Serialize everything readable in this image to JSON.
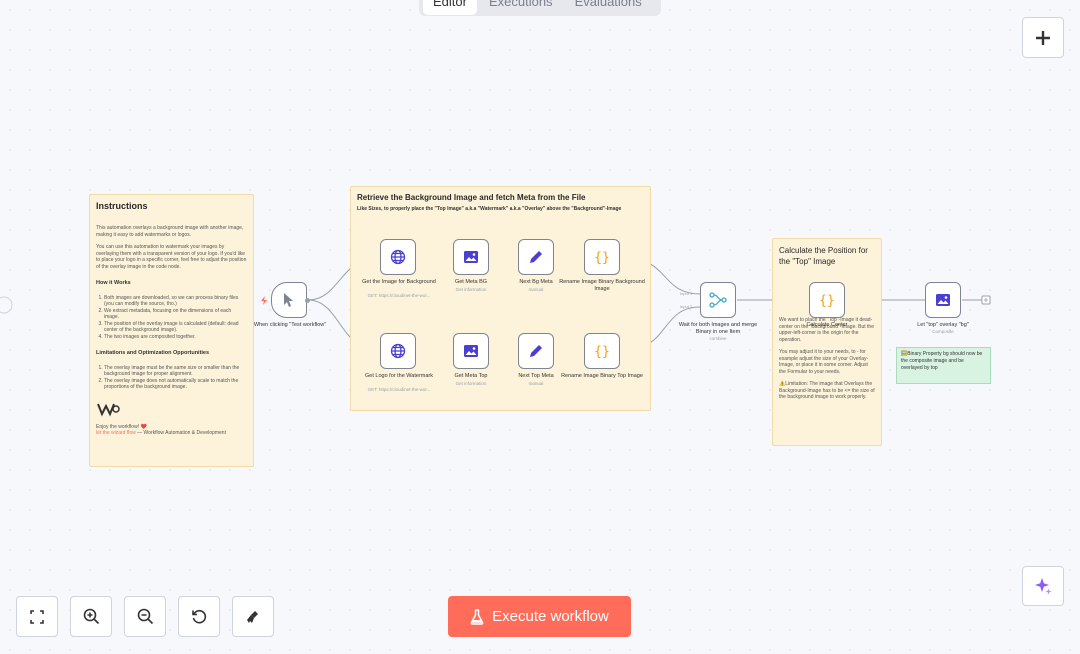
{
  "tabs": {
    "editor": "Editor",
    "executions": "Executions",
    "evaluations": "Evaluations"
  },
  "instructions": {
    "title": "Instructions",
    "p1": "This automation overlays a background image with another image, making it easy to add watermarks or logos.",
    "p2": "You can use this automation to watermark your images by overlaying them with a transparent version of your logo. If you'd like to place your logo in a specific corner, feel free to adjust the position of the overlay image in the code node.",
    "how_title": "How it Works",
    "how": [
      "Both images are downloaded, so we can process binary files (you can modify the source, tho.)",
      "We extract metadata, focusing on the dimensions of each image.",
      "The position of the overlay image is calculated (default: dead center of the background image).",
      "The two images are composited together."
    ],
    "limits_title": "Limitations and Optimization Opportunities",
    "limits": [
      "The overlay image must be the same size or smaller than the background image for proper alignment.",
      "The overlay image does not automatically scale to match the proportions of the background image."
    ],
    "footer1": "Enjoy the workflow! ❤️",
    "footer2_link": "let the wizard flow",
    "footer2_rest": " — Workflow Automation & Development"
  },
  "retrieve": {
    "title": "Retrieve the Background Image and fetch Meta from the File",
    "subtitle": "Like Sizes, to properly place the \"Top Image\" a.k.a \"Watermark\" a.k.a \"Overlay\" above the \"Background\"-Image"
  },
  "calc": {
    "title": "Calculate the Position for the \"Top\" Image",
    "p1": "We want to place the \"Top\"-Image it dead-center on the \"Background\"-Image. But the upper-left-corner is the origin for the operation.",
    "p2": "You may adjust it to your needs, to - for example adjust the size of your Overlay-Image, or place it in some corner. Adjust the Formular to your needs.",
    "p3": "⚠️Limitation: The image that Overlays the Background-Image has to be <= the size of the background image to work properly."
  },
  "note": {
    "text": "🖼️Binary Property bg should now be the composite image and be overlayed by top"
  },
  "nodes": {
    "trigger": {
      "label": "When clicking \"Test workflow\""
    },
    "get_bg": {
      "label": "Get the Image for Background",
      "sub": "GET: https://cloudinet-the-wor..."
    },
    "meta_bg": {
      "label": "Get Meta BG",
      "sub": "Get information"
    },
    "next_bg": {
      "label": "Next Bg Meta",
      "sub": "manual"
    },
    "rename_bg": {
      "label": "Rename Image Binary Background Image"
    },
    "get_logo": {
      "label": "Get Logo for the Watermark",
      "sub": "GET: https://cloudinet-the-wor..."
    },
    "meta_top": {
      "label": "Get Meta Top",
      "sub": "Get information"
    },
    "next_top": {
      "label": "Next Top Meta",
      "sub": "manual"
    },
    "rename_top": {
      "label": "Rename Image Binary Top Image"
    },
    "merge": {
      "label": "Wait for both Images and merge Binary in one Item",
      "sub": "combine",
      "in1": "Input 1",
      "in2": "Input 2"
    },
    "calc_center": {
      "label": "Calculate Center"
    },
    "overlay": {
      "label": "Let \"top\" overlay \"bg\"",
      "sub": "Composite"
    }
  },
  "toolbar": {
    "execute": "Execute workflow"
  },
  "icons": {
    "zoom_fit": "fullscreen-icon",
    "zoom_in": "zoom-in-icon",
    "zoom_out": "zoom-out-icon",
    "reset": "reset-icon",
    "tidy": "broom-icon",
    "add": "plus-icon",
    "ai": "sparkle-icon"
  },
  "colors": {
    "accent": "#ff6d5a",
    "sticky": "#fdf3da",
    "note": "#d9f3e3",
    "icon": "#4b3fd0"
  }
}
